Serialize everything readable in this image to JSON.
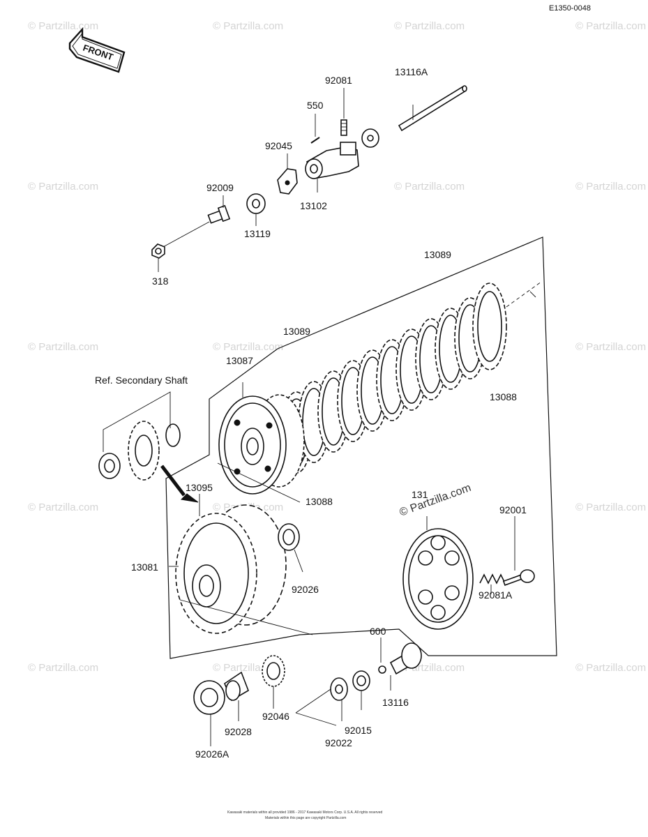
{
  "diagram": {
    "code": "E1350-0048",
    "front_label": "FRONT",
    "reference_note": "Ref. Secondary Shaft",
    "watermark": "© Partzilla.com",
    "footer_line1": "Kawasaki materials within all provided 1986 - 2017 Kawasaki Motors Corp. U.S.A. All rights reserved",
    "footer_line2": "Materials within this page are copyright Partzilla.com"
  },
  "parts": {
    "p13116A": "13116A",
    "p92081": "92081",
    "p550": "550",
    "p92045": "92045",
    "p92009": "92009",
    "p13102": "13102",
    "p13119": "13119",
    "p318": "318",
    "p13089_top": "13089",
    "p13089_mid": "13089",
    "p13087": "13087",
    "p13088_right": "13088",
    "p13088_bottom": "13088",
    "p13095": "13095",
    "p131x": "131",
    "p92001": "92001",
    "p13081": "13081",
    "p92026": "92026",
    "p92081A": "92081A",
    "p600": "600",
    "p13116": "13116",
    "p92046": "92046",
    "p92028": "92028",
    "p92015": "92015",
    "p92022": "92022",
    "p92026A": "92026A"
  }
}
